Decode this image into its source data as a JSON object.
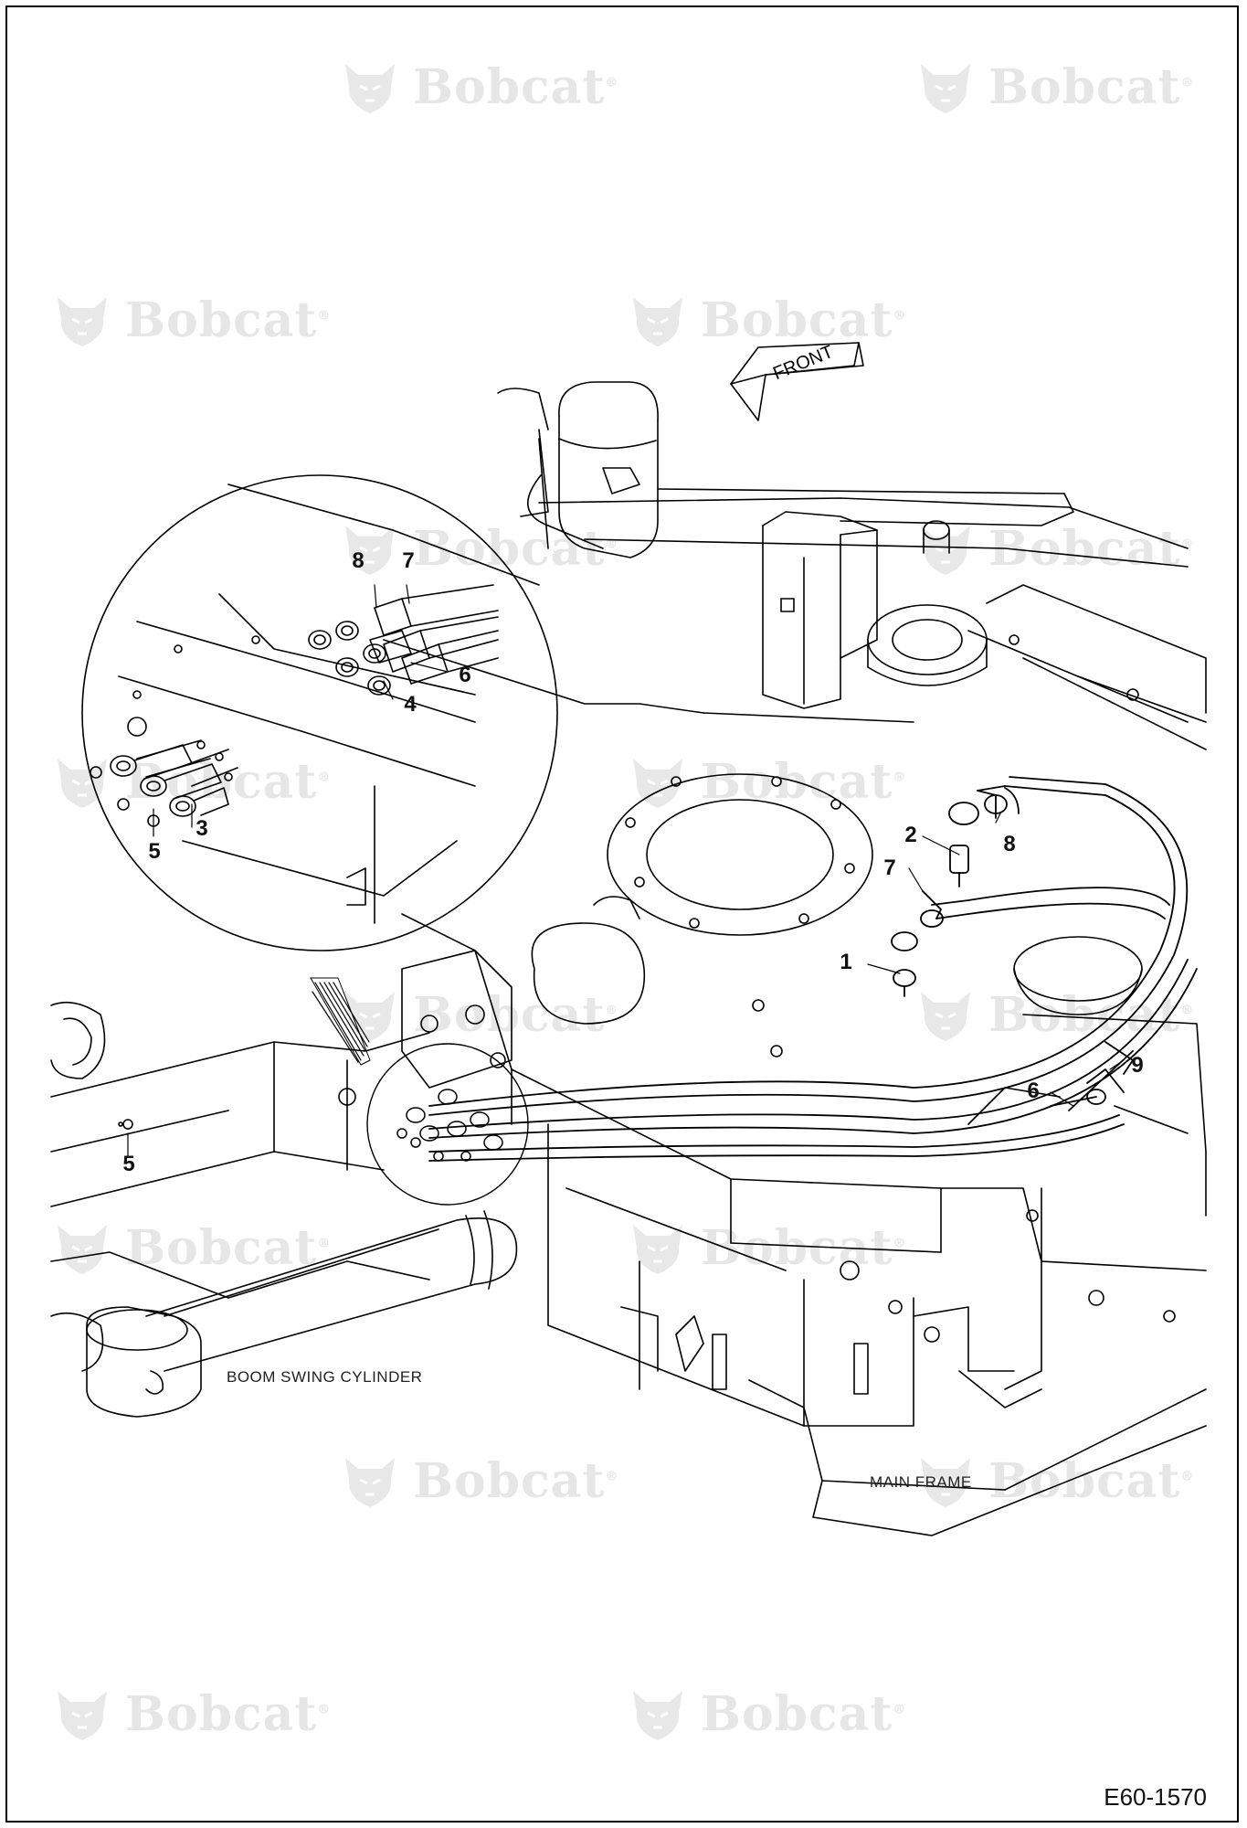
{
  "watermark": {
    "brand": "Bobcat",
    "mark": "®"
  },
  "front_arrow_label": "FRONT",
  "callouts": {
    "detail_8": "8",
    "detail_7": "7",
    "detail_6": "6",
    "detail_4": "4",
    "detail_3": "3",
    "detail_5": "5",
    "main_2": "2",
    "main_8": "8",
    "main_7": "7",
    "main_1": "1",
    "main_9": "9",
    "main_6": "6",
    "main_5": "5"
  },
  "notes": {
    "boom_swing_cylinder": "BOOM SWING CYLINDER",
    "main_frame": "MAIN FRAME"
  },
  "drawing_code": "E60-1570"
}
